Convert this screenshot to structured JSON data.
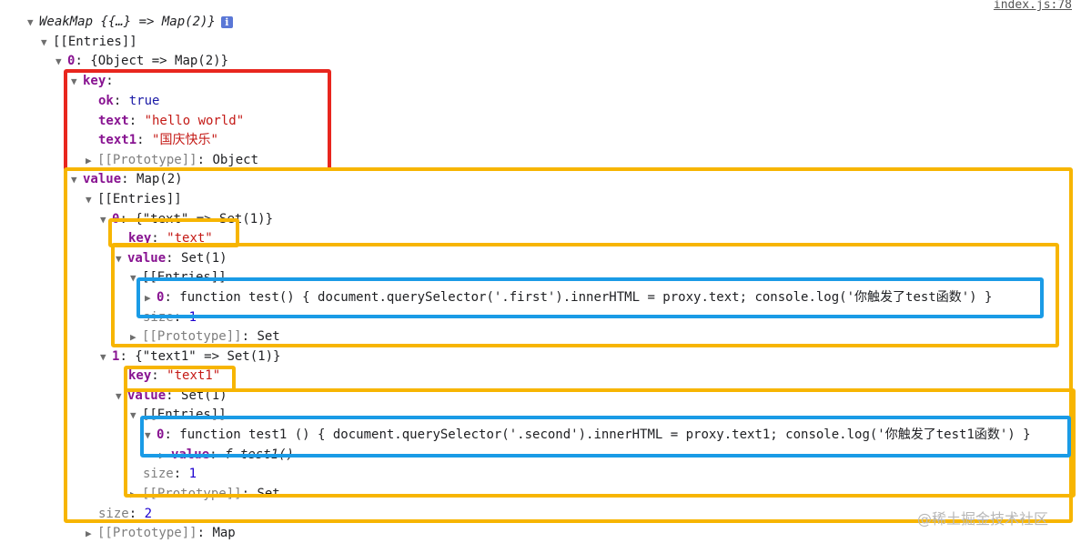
{
  "source_link": "index.js:78",
  "watermark": "@稀土掘金技术社区",
  "rows": {
    "r0": {
      "label": "WeakMap {{…} => Map(2)}",
      "info": "i"
    },
    "r1": {
      "label": "[[Entries]]"
    },
    "r2": {
      "key": "0",
      "value": "{Object => Map(2)}"
    },
    "r3": {
      "key": "key"
    },
    "r4": {
      "key": "ok",
      "value": "true"
    },
    "r5": {
      "key": "text",
      "value": "\"hello world\""
    },
    "r6": {
      "key": "text1",
      "value": "\"国庆快乐\""
    },
    "r7": {
      "label": "[[Prototype]]",
      "value": "Object"
    },
    "r8": {
      "key": "value",
      "value": "Map(2)"
    },
    "r9": {
      "label": "[[Entries]]"
    },
    "r10": {
      "key": "0",
      "value": "{\"text\" => Set(1)}"
    },
    "r11": {
      "key": "key",
      "value": "\"text\""
    },
    "r12": {
      "key": "value",
      "value": "Set(1)"
    },
    "r13": {
      "label": "[[Entries]]"
    },
    "r14": {
      "key": "0",
      "value": "function test() { document.querySelector('.first').innerHTML = proxy.text; console.log('你触发了test函数') }"
    },
    "r15": {
      "key": "size",
      "value": "1"
    },
    "r16": {
      "label": "[[Prototype]]",
      "value": "Set"
    },
    "r17": {
      "key": "1",
      "value": "{\"text1\" => Set(1)}"
    },
    "r18": {
      "key": "key",
      "value": "\"text1\""
    },
    "r19": {
      "key": "value",
      "value": "Set(1)"
    },
    "r20": {
      "label": "[[Entries]]"
    },
    "r21": {
      "key": "0",
      "value": "function test1 () { document.querySelector('.second').innerHTML = proxy.text1; console.log('你触发了test1函数') }"
    },
    "r22": {
      "key": "value",
      "value": "f test1()"
    },
    "r23": {
      "key": "size",
      "value": "1"
    },
    "r24": {
      "label": "[[Prototype]]",
      "value": "Set"
    },
    "r25": {
      "key": "size",
      "value": "2"
    },
    "r26": {
      "label": "[[Prototype]]",
      "value": "Map"
    }
  },
  "colors": {
    "red_box": "#e8261e",
    "yellow_box": "#f7b501",
    "blue_box": "#1a9be6"
  }
}
